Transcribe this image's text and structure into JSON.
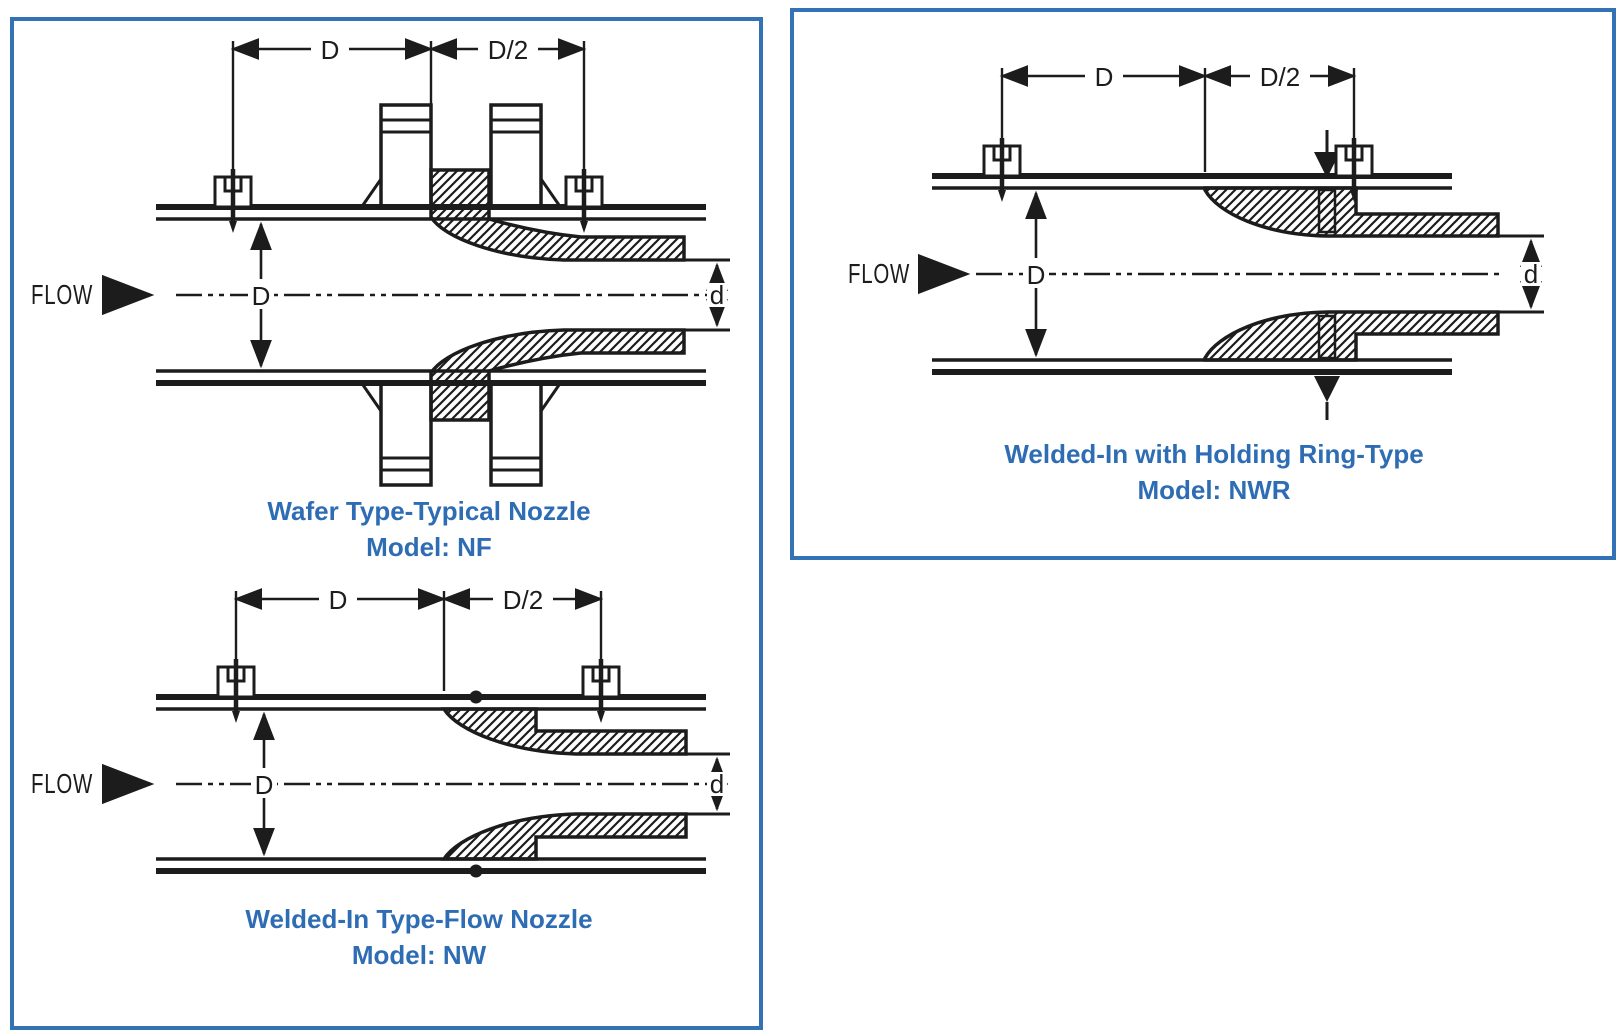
{
  "colors": {
    "panel_border": "#3272b5",
    "caption_blue": "#2e6db4",
    "ink": "#1c1c1c"
  },
  "diagrams": {
    "nf": {
      "flow_label": "FLOW",
      "dim_upstream": "D",
      "dim_downstream": "D/2",
      "dim_pipe_bore": "D",
      "dim_throat": "d",
      "caption_title": "Wafer Type-Typical Nozzle",
      "caption_model": "Model: NF"
    },
    "nw": {
      "flow_label": "FLOW",
      "dim_upstream": "D",
      "dim_downstream": "D/2",
      "dim_pipe_bore": "D",
      "dim_throat": "d",
      "caption_title": "Welded-In Type-Flow Nozzle",
      "caption_model": "Model: NW"
    },
    "nwr": {
      "flow_label": "FLOW",
      "dim_upstream": "D",
      "dim_downstream": "D/2",
      "dim_pipe_bore": "D",
      "dim_throat": "d",
      "caption_title": "Welded-In with Holding Ring-Type",
      "caption_model": "Model: NWR"
    }
  }
}
